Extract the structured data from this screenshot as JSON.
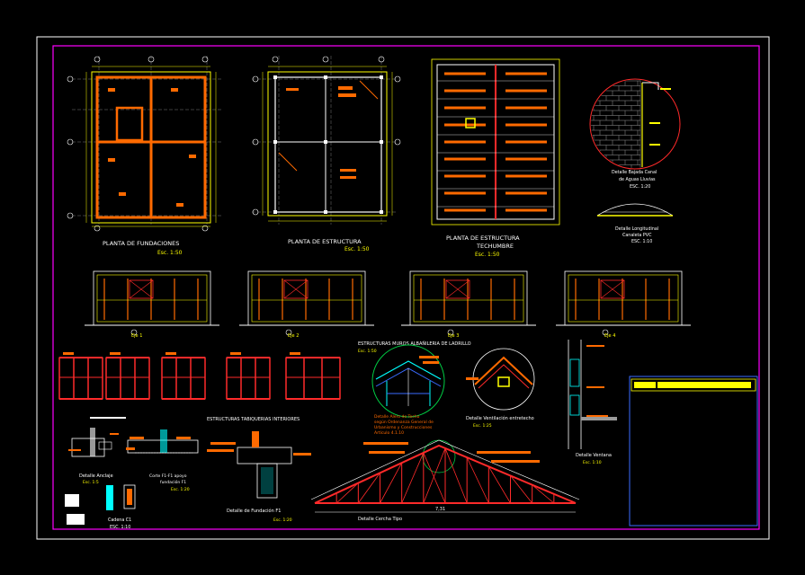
{
  "sheet": {
    "background": "#000000",
    "colors": {
      "outer_frame": "#ffffff",
      "inner_frame": "#ff00ff",
      "yellow": "#ffff00",
      "orange": "#ff6a00",
      "red": "#ff2a2a",
      "white": "#ffffff",
      "cyan": "#00ffff",
      "blue": "#3a6bff",
      "green": "#00cc44",
      "magenta": "#ff00ff",
      "grey": "#9a9a9a"
    }
  },
  "drawings": {
    "plan_foundations": {
      "title": "PLANTA DE FUNDACIONES",
      "scale": "Esc. 1:50"
    },
    "plan_structure": {
      "title": "PLANTA DE ESTRUCTURA",
      "scale": "Esc. 1:50"
    },
    "plan_roof": {
      "title": "PLANTA DE ESTRUCTURA",
      "title2": "TECHUMBRE",
      "scale": "Esc. 1:50"
    },
    "detail_gutter": {
      "line1": "Detalle Bajada Canal",
      "line2": "de Aguas Lluvias",
      "scale": "ESC. 1:20"
    },
    "detail_longitudinal": {
      "line1": "Detalle Longitudinal",
      "line2": "Canaleta PVC",
      "scale": "ESC. 1:10"
    },
    "elevations": {
      "axis_labels": [
        "Eje 1",
        "Eje 2",
        "Eje 3",
        "Eje 4"
      ]
    },
    "masonry_title": {
      "line1": "ESTRUCTURAS MUROS ALBAÑILERIA DE LADRILLO",
      "scale": "Esc. 1:50"
    },
    "interior_partitions": {
      "title": "ESTRUCTURAS TABIQUERIAS INTERIORES"
    },
    "detail_rafter": {
      "line1": "Detalle Alero de Techo",
      "line2": "según Ordenanza General de",
      "line3": "Urbanismo y Construcciones",
      "line4": "Artículo 4.1.10"
    },
    "detail_ventilation": {
      "title": "Detalle Ventilación entretecho",
      "scale": "Esc. 1:25"
    },
    "detail_window": {
      "title": "Detalle Ventana",
      "scale": "Esc. 1:10"
    },
    "detail_anchor": {
      "title": "Detalle Anclaje",
      "scale": "Esc. 1:5"
    },
    "detail_cut": {
      "line1": "Corte F1-F1 apoyo",
      "line2": "fundación F1",
      "scale": "Esc. 1:20"
    },
    "detail_foundation": {
      "title": "Detalle de Fundación F1",
      "scale": "Esc. 1:20"
    },
    "detail_beam": {
      "title": "Cadena C1",
      "scale": "ESC. 1:10"
    },
    "truss": {
      "title": "Detalle Cercha Tipo",
      "span": "7,31"
    }
  },
  "title_block": {
    "header": ""
  }
}
